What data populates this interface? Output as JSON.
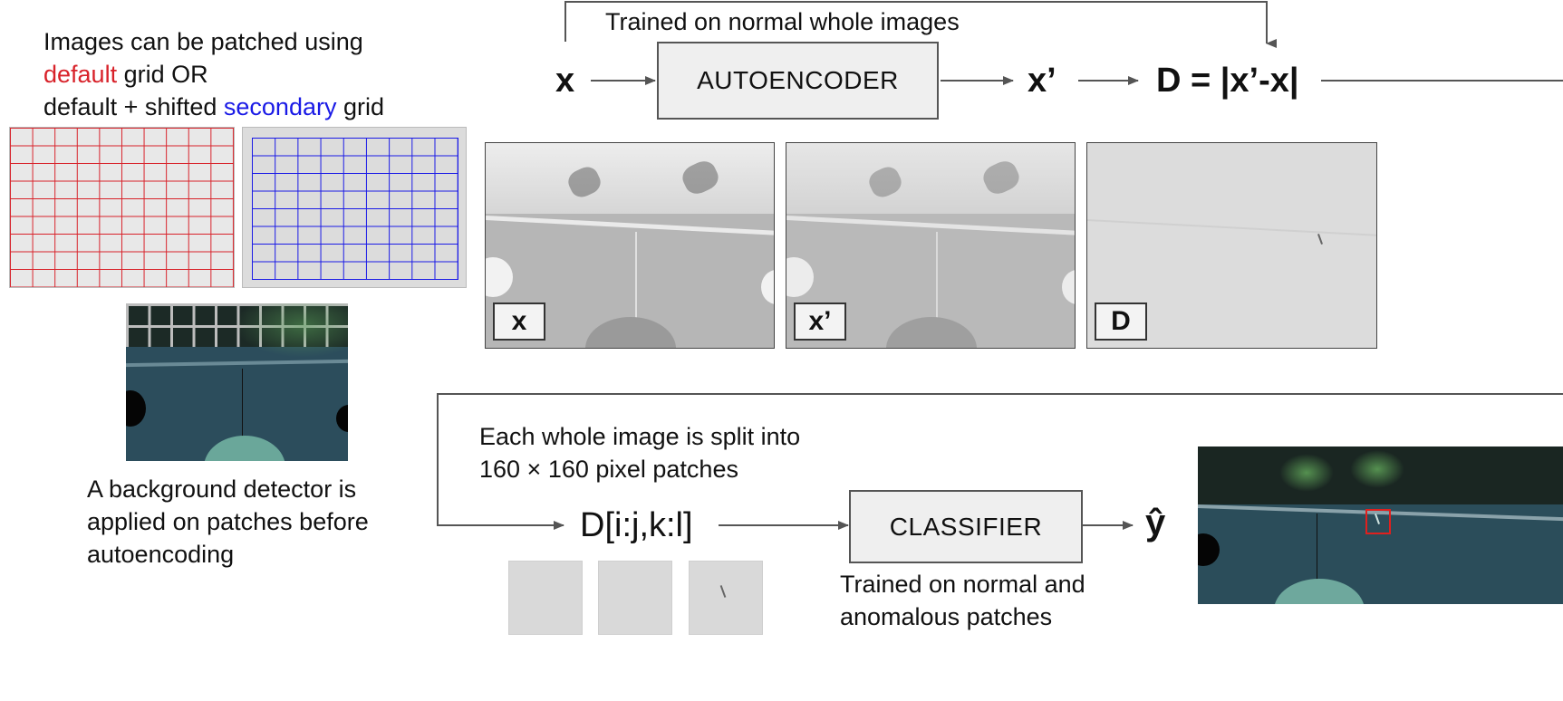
{
  "left": {
    "intro": {
      "line1": "Images can be patched using",
      "line2_red": "default",
      "line2_rest": " grid OR",
      "line3_pre": "default + shifted ",
      "line3_blue": "secondary",
      "line3_post": " grid"
    },
    "grid_colors": {
      "default": "#d8222a",
      "secondary": "#1a1ae6"
    },
    "background_text": [
      "A background detector is",
      "applied on patches before",
      "autoencoding"
    ]
  },
  "top": {
    "trained_label": "Trained on normal whole images",
    "x": "x",
    "autoencoder": "AUTOENCODER",
    "x_prime": "x’",
    "d_formula": "D = |x’-x|",
    "tags": [
      "x",
      "x’",
      "D"
    ]
  },
  "bottom": {
    "split_text": [
      "Each whole image is split into",
      "160 × 160 pixel patches"
    ],
    "d_slice": "D[i:j,k:l]",
    "classifier": "CLASSIFIER",
    "y_hat": "ŷ",
    "classifier_trained": [
      "Trained on normal and",
      "anomalous patches"
    ]
  },
  "colors": {
    "box_fill": "#efefef",
    "line": "#555555",
    "highlight": "#e0201e"
  }
}
